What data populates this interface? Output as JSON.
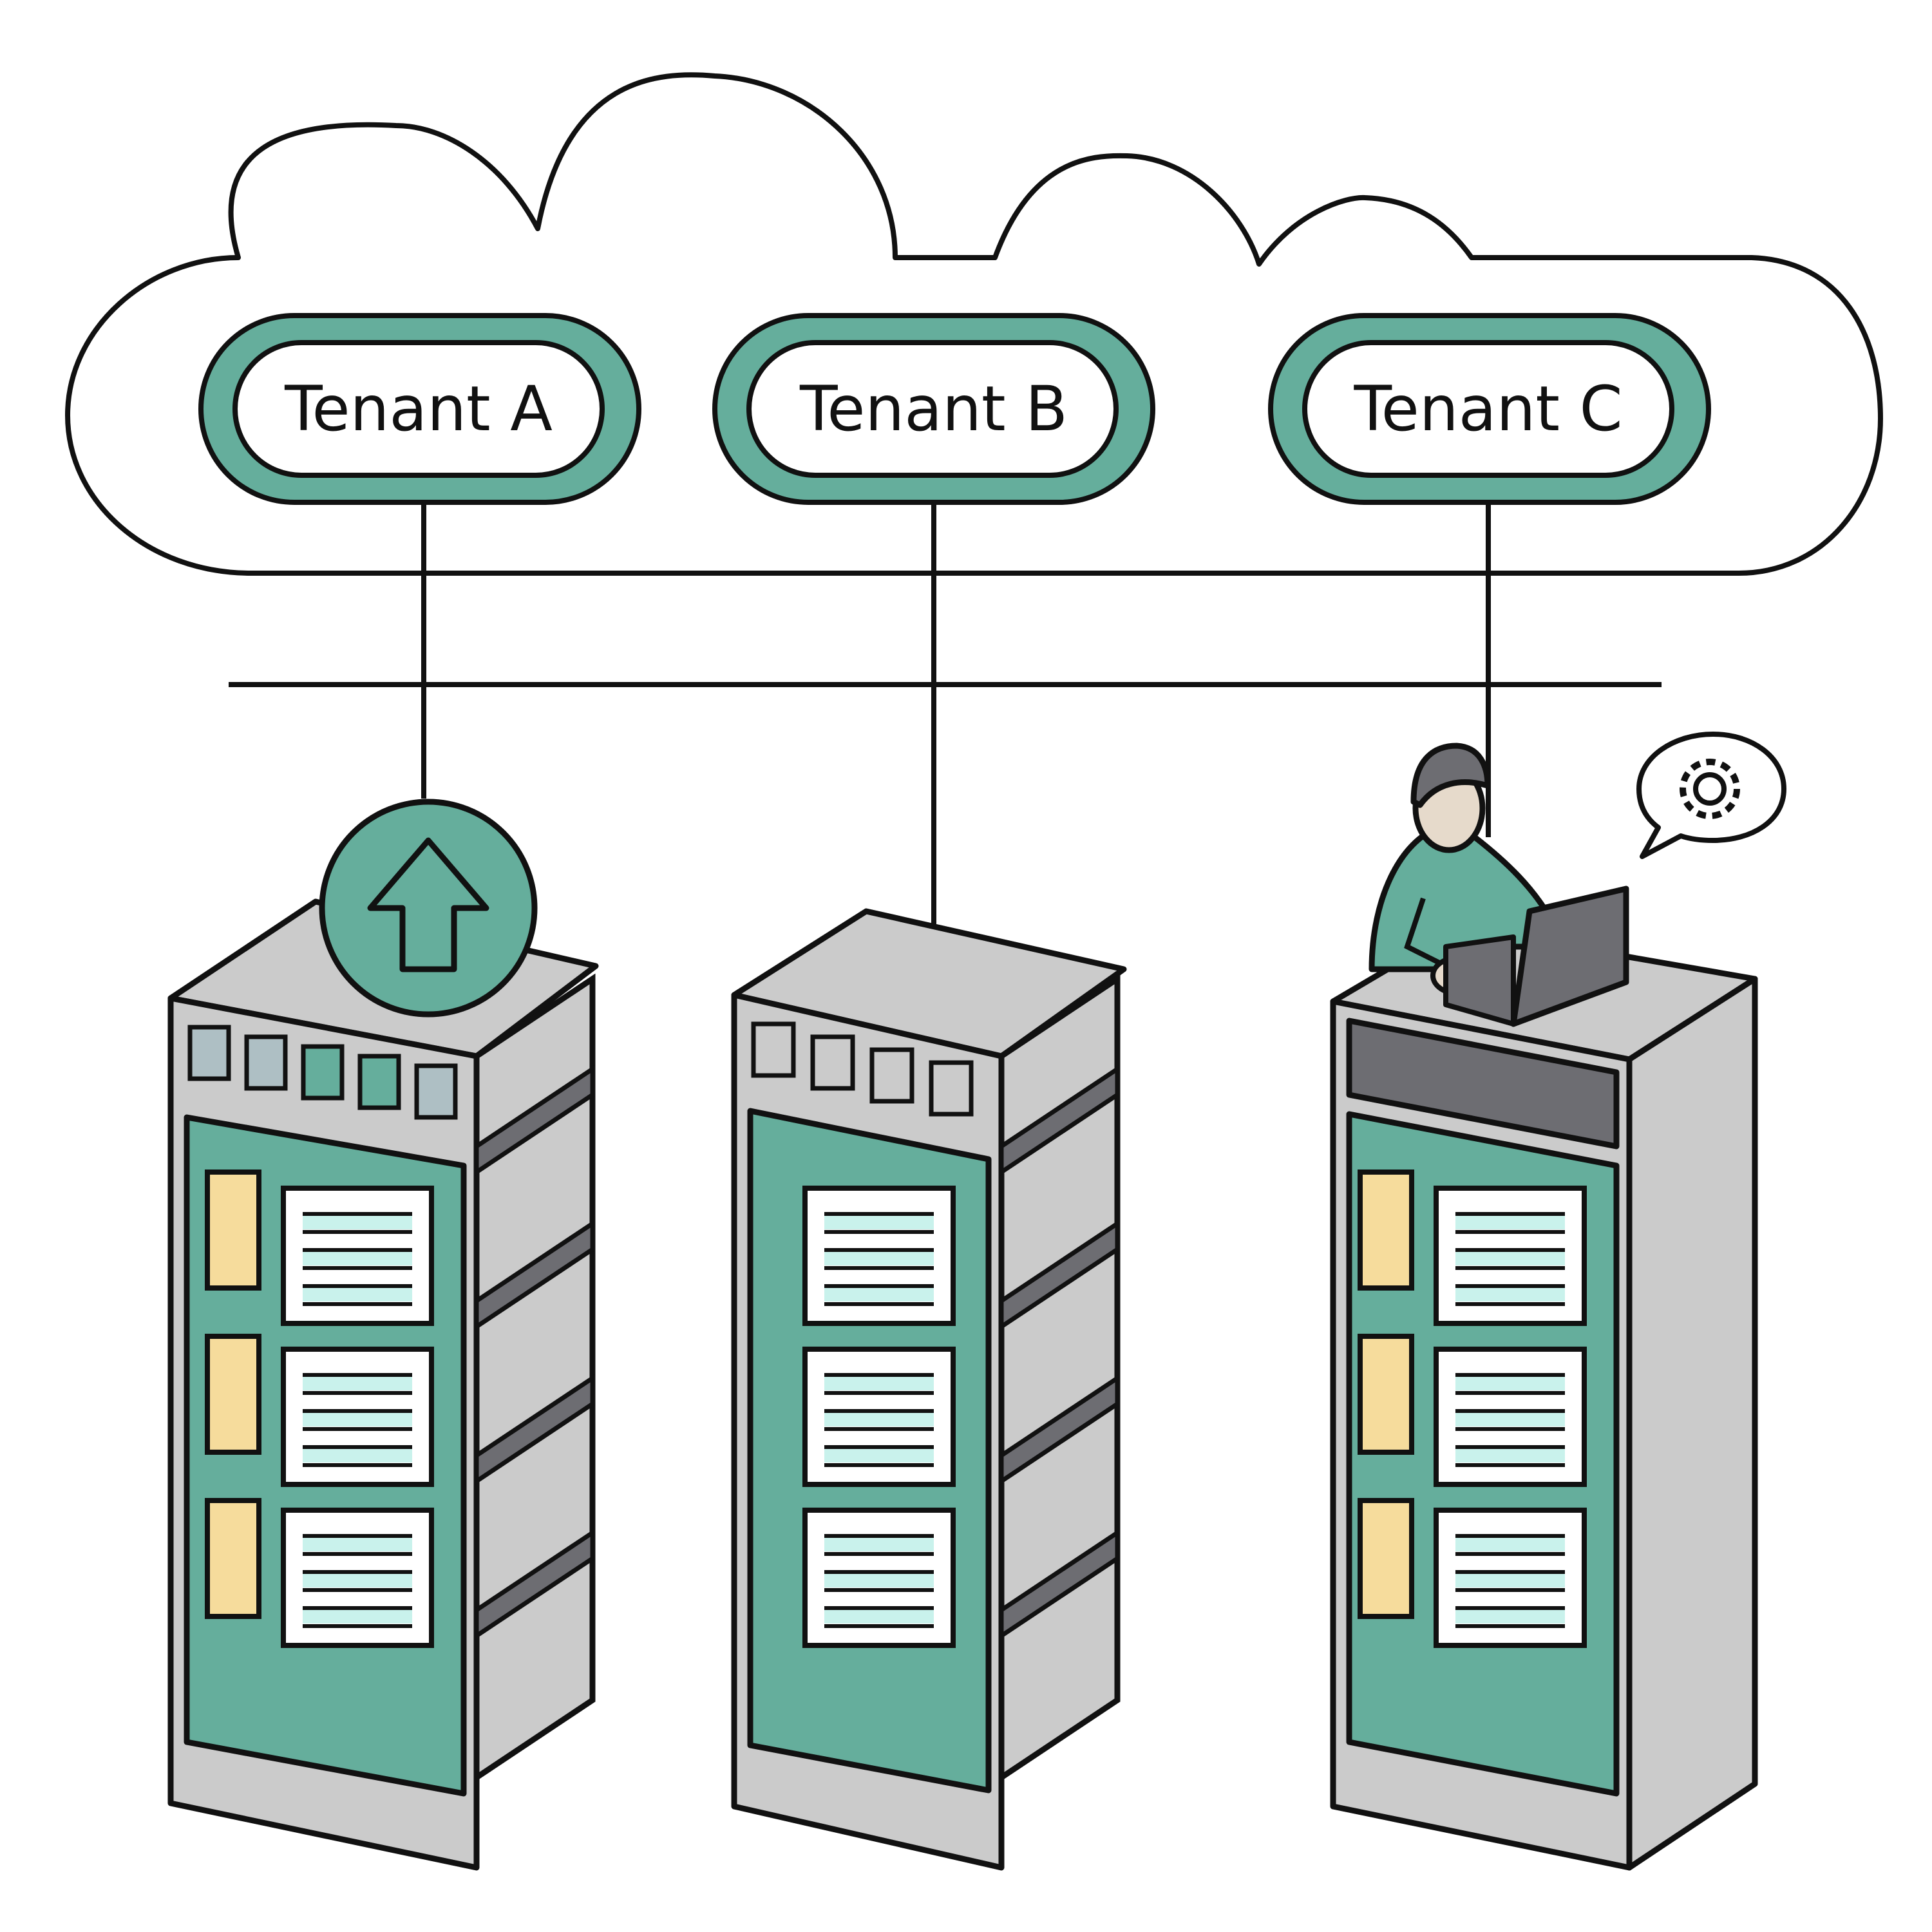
{
  "tenants": [
    {
      "label": "Tenant A"
    },
    {
      "label": "Tenant B"
    },
    {
      "label": "Tenant C"
    }
  ],
  "colors": {
    "outline": "#111111",
    "teal": "#65ae9c",
    "rack_light": "#cbcbcb",
    "rack_dark": "#6d6d72",
    "yellow_tag": "#f6dc9c",
    "screen_line": "#c9f2ec",
    "indicator_grey": "#aebfc4",
    "skin": "#e6dacb"
  },
  "icons": {
    "cloud": "cloud-icon",
    "upload": "upload-arrow-icon",
    "user": "person-icon",
    "laptop": "laptop-icon",
    "settings": "gear-icon"
  }
}
